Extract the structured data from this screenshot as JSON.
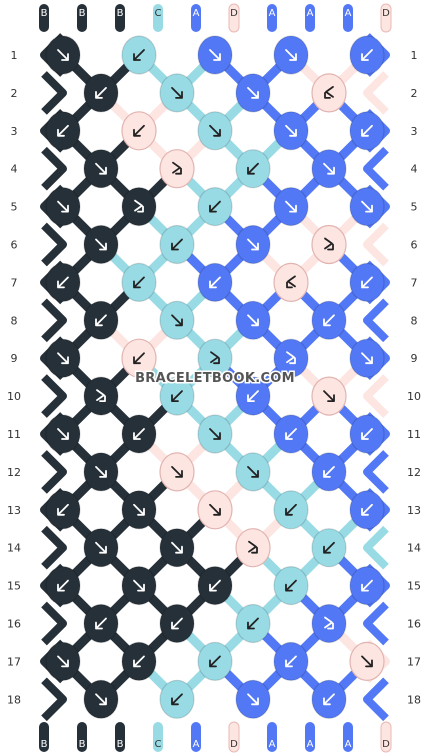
{
  "watermark": "BRACELETBOOK.COM",
  "colors": {
    "B": "#263038",
    "C": "#98dbe5",
    "A": "#5278f5",
    "D": "#fde5e2"
  },
  "strands_top": [
    "B",
    "B",
    "B",
    "C",
    "A",
    "D",
    "A",
    "A",
    "A",
    "D"
  ],
  "strands_bottom": [
    "B",
    "B",
    "B",
    "C",
    "A",
    "D",
    "A",
    "A",
    "A",
    "D"
  ],
  "row_labels": [
    "1",
    "2",
    "3",
    "4",
    "5",
    "6",
    "7",
    "8",
    "9",
    "10",
    "11",
    "12",
    "13",
    "14",
    "15",
    "16",
    "17",
    "18"
  ],
  "knots": [
    {
      "row": 1,
      "pos": 0,
      "color": "B",
      "dir": "se"
    },
    {
      "row": 1,
      "pos": 1,
      "color": "C",
      "dir": "sw"
    },
    {
      "row": 1,
      "pos": 2,
      "color": "A",
      "dir": "se"
    },
    {
      "row": 1,
      "pos": 3,
      "color": "A",
      "dir": "se"
    },
    {
      "row": 1,
      "pos": 4,
      "color": "A",
      "dir": "sw"
    },
    {
      "row": 2,
      "pos": 0,
      "color": "B",
      "dir": "sw"
    },
    {
      "row": 2,
      "pos": 1,
      "color": "C",
      "dir": "se"
    },
    {
      "row": 2,
      "pos": 2,
      "color": "A",
      "dir": "se"
    },
    {
      "row": 2,
      "pos": 3,
      "color": "D",
      "dir": "sw-r"
    },
    {
      "row": 3,
      "pos": 0,
      "color": "B",
      "dir": "sw"
    },
    {
      "row": 3,
      "pos": 1,
      "color": "D",
      "dir": "sw"
    },
    {
      "row": 3,
      "pos": 2,
      "color": "C",
      "dir": "se"
    },
    {
      "row": 3,
      "pos": 3,
      "color": "A",
      "dir": "se"
    },
    {
      "row": 3,
      "pos": 4,
      "color": "A",
      "dir": "sw"
    },
    {
      "row": 4,
      "pos": 0,
      "color": "B",
      "dir": "se"
    },
    {
      "row": 4,
      "pos": 1,
      "color": "D",
      "dir": "se-r"
    },
    {
      "row": 4,
      "pos": 2,
      "color": "C",
      "dir": "sw"
    },
    {
      "row": 4,
      "pos": 3,
      "color": "A",
      "dir": "se"
    },
    {
      "row": 5,
      "pos": 0,
      "color": "B",
      "dir": "se"
    },
    {
      "row": 5,
      "pos": 1,
      "color": "B",
      "dir": "se-r"
    },
    {
      "row": 5,
      "pos": 2,
      "color": "C",
      "dir": "sw"
    },
    {
      "row": 5,
      "pos": 3,
      "color": "A",
      "dir": "se"
    },
    {
      "row": 5,
      "pos": 4,
      "color": "A",
      "dir": "se"
    },
    {
      "row": 6,
      "pos": 0,
      "color": "B",
      "dir": "se"
    },
    {
      "row": 6,
      "pos": 1,
      "color": "C",
      "dir": "sw"
    },
    {
      "row": 6,
      "pos": 2,
      "color": "A",
      "dir": "se"
    },
    {
      "row": 6,
      "pos": 3,
      "color": "D",
      "dir": "se-r"
    },
    {
      "row": 7,
      "pos": 0,
      "color": "B",
      "dir": "sw"
    },
    {
      "row": 7,
      "pos": 1,
      "color": "C",
      "dir": "sw"
    },
    {
      "row": 7,
      "pos": 2,
      "color": "A",
      "dir": "sw"
    },
    {
      "row": 7,
      "pos": 3,
      "color": "D",
      "dir": "sw-r"
    },
    {
      "row": 7,
      "pos": 4,
      "color": "A",
      "dir": "sw"
    },
    {
      "row": 8,
      "pos": 0,
      "color": "B",
      "dir": "sw"
    },
    {
      "row": 8,
      "pos": 1,
      "color": "C",
      "dir": "se"
    },
    {
      "row": 8,
      "pos": 2,
      "color": "A",
      "dir": "se"
    },
    {
      "row": 8,
      "pos": 3,
      "color": "A",
      "dir": "sw"
    },
    {
      "row": 9,
      "pos": 0,
      "color": "B",
      "dir": "se"
    },
    {
      "row": 9,
      "pos": 1,
      "color": "D",
      "dir": "sw"
    },
    {
      "row": 9,
      "pos": 2,
      "color": "C",
      "dir": "se-r"
    },
    {
      "row": 9,
      "pos": 3,
      "color": "A",
      "dir": "se-r"
    },
    {
      "row": 9,
      "pos": 4,
      "color": "A",
      "dir": "se"
    },
    {
      "row": 10,
      "pos": 0,
      "color": "B",
      "dir": "se-r"
    },
    {
      "row": 10,
      "pos": 1,
      "color": "C",
      "dir": "sw"
    },
    {
      "row": 10,
      "pos": 2,
      "color": "A",
      "dir": "sw"
    },
    {
      "row": 10,
      "pos": 3,
      "color": "D",
      "dir": "se"
    },
    {
      "row": 11,
      "pos": 0,
      "color": "B",
      "dir": "se"
    },
    {
      "row": 11,
      "pos": 1,
      "color": "B",
      "dir": "sw"
    },
    {
      "row": 11,
      "pos": 2,
      "color": "C",
      "dir": "se"
    },
    {
      "row": 11,
      "pos": 3,
      "color": "A",
      "dir": "sw"
    },
    {
      "row": 11,
      "pos": 4,
      "color": "A",
      "dir": "sw"
    },
    {
      "row": 12,
      "pos": 0,
      "color": "B",
      "dir": "se"
    },
    {
      "row": 12,
      "pos": 1,
      "color": "D",
      "dir": "se"
    },
    {
      "row": 12,
      "pos": 2,
      "color": "C",
      "dir": "se"
    },
    {
      "row": 12,
      "pos": 3,
      "color": "A",
      "dir": "sw"
    },
    {
      "row": 13,
      "pos": 0,
      "color": "B",
      "dir": "sw"
    },
    {
      "row": 13,
      "pos": 1,
      "color": "B",
      "dir": "se"
    },
    {
      "row": 13,
      "pos": 2,
      "color": "D",
      "dir": "se"
    },
    {
      "row": 13,
      "pos": 3,
      "color": "C",
      "dir": "sw"
    },
    {
      "row": 13,
      "pos": 4,
      "color": "A",
      "dir": "sw"
    },
    {
      "row": 14,
      "pos": 0,
      "color": "B",
      "dir": "se"
    },
    {
      "row": 14,
      "pos": 1,
      "color": "B",
      "dir": "se"
    },
    {
      "row": 14,
      "pos": 2,
      "color": "D",
      "dir": "se-r"
    },
    {
      "row": 14,
      "pos": 3,
      "color": "C",
      "dir": "sw"
    },
    {
      "row": 15,
      "pos": 0,
      "color": "B",
      "dir": "sw"
    },
    {
      "row": 15,
      "pos": 1,
      "color": "B",
      "dir": "se"
    },
    {
      "row": 15,
      "pos": 2,
      "color": "B",
      "dir": "sw"
    },
    {
      "row": 15,
      "pos": 3,
      "color": "C",
      "dir": "sw"
    },
    {
      "row": 15,
      "pos": 4,
      "color": "A",
      "dir": "sw"
    },
    {
      "row": 16,
      "pos": 0,
      "color": "B",
      "dir": "sw"
    },
    {
      "row": 16,
      "pos": 1,
      "color": "B",
      "dir": "sw"
    },
    {
      "row": 16,
      "pos": 2,
      "color": "C",
      "dir": "sw"
    },
    {
      "row": 16,
      "pos": 3,
      "color": "A",
      "dir": "se-r"
    },
    {
      "row": 17,
      "pos": 0,
      "color": "B",
      "dir": "se"
    },
    {
      "row": 17,
      "pos": 1,
      "color": "B",
      "dir": "sw"
    },
    {
      "row": 17,
      "pos": 2,
      "color": "C",
      "dir": "sw"
    },
    {
      "row": 17,
      "pos": 3,
      "color": "A",
      "dir": "sw"
    },
    {
      "row": 17,
      "pos": 4,
      "color": "D",
      "dir": "se"
    },
    {
      "row": 18,
      "pos": 0,
      "color": "B",
      "dir": "se"
    },
    {
      "row": 18,
      "pos": 1,
      "color": "C",
      "dir": "sw"
    },
    {
      "row": 18,
      "pos": 2,
      "color": "A",
      "dir": "se"
    },
    {
      "row": 18,
      "pos": 3,
      "color": "A",
      "dir": "sw"
    }
  ]
}
